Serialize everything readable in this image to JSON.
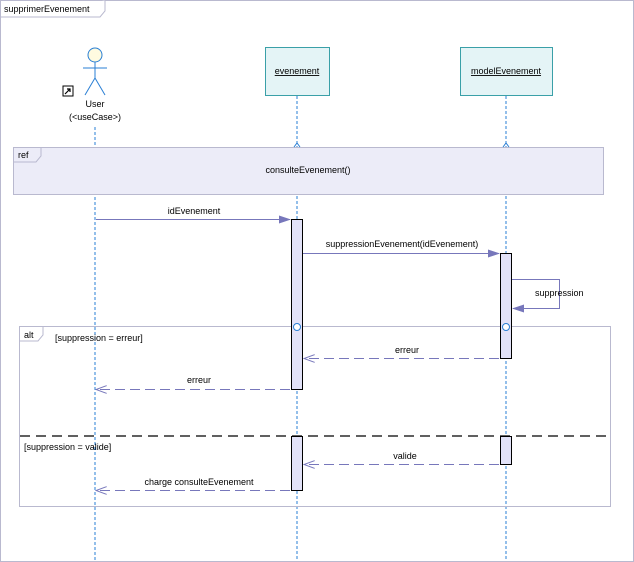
{
  "frame": {
    "name": "supprimerEvenement"
  },
  "actor": {
    "name": "User",
    "stereotype": "(<useCase>)"
  },
  "lifelines": [
    {
      "name": "evenement"
    },
    {
      "name": "modelEvenement"
    }
  ],
  "ref_fragment": {
    "keyword": "ref",
    "label": "consulteEvenement()"
  },
  "messages": [
    {
      "label": "idEvenement"
    },
    {
      "label": "suppressionEvenement(idEvenement)"
    },
    {
      "label": "suppression"
    },
    {
      "label": "erreur"
    },
    {
      "label": "erreur"
    },
    {
      "label": "valide"
    },
    {
      "label": "charge consulteEvenement"
    }
  ],
  "alt_fragment": {
    "keyword": "alt",
    "guards": [
      "[suppression = erreur]",
      "[suppression = valide]"
    ]
  },
  "colors": {
    "lifeline": "#2a7fd4",
    "object_fill": "#e4f4f6",
    "object_border": "#3aa0a8",
    "activation_fill": "#e2e2f8",
    "fragment_border": "#b9b9cf",
    "ref_fill": "#ececf8",
    "message": "#7777bb"
  }
}
